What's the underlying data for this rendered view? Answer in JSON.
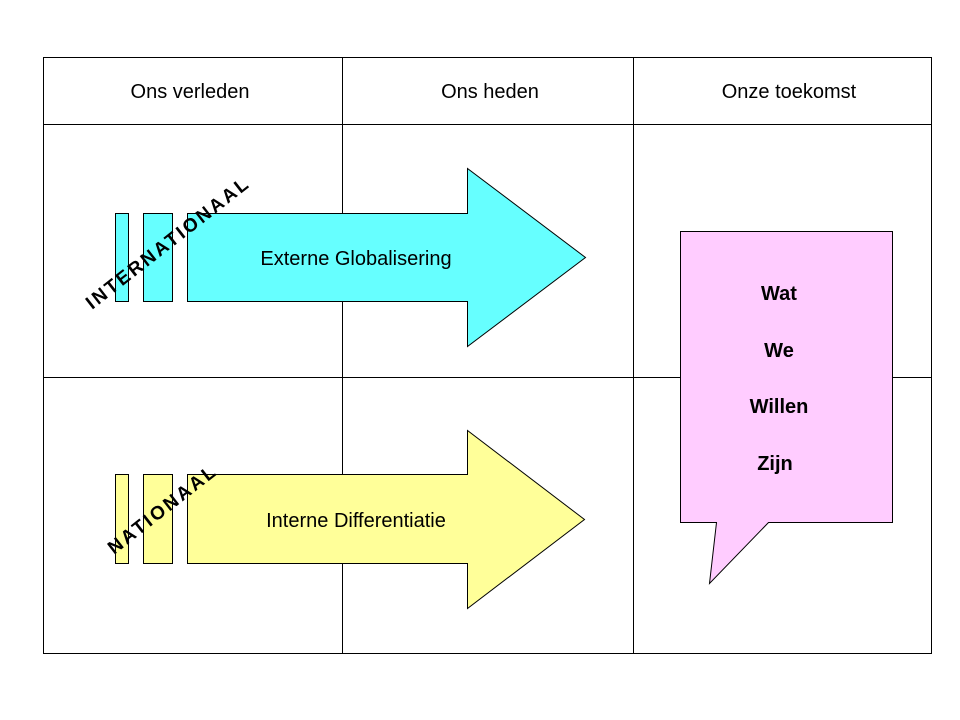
{
  "columns": {
    "past": "Ons verleden",
    "present": "Ons heden",
    "future": "Onze toekomst"
  },
  "arrows": {
    "international": {
      "label": "Externe Globalisering",
      "level_label": "INTERNATIONAAL",
      "color": "#66FFFF"
    },
    "national": {
      "label": "Interne Differentiatie",
      "level_label": "NATIONAAL",
      "color": "#FFFF99"
    }
  },
  "callout": {
    "color": "#FFCCFF",
    "lines": {
      "line1": "Wat",
      "line2": "We",
      "line3": "Willen",
      "line4": "Zijn"
    }
  }
}
